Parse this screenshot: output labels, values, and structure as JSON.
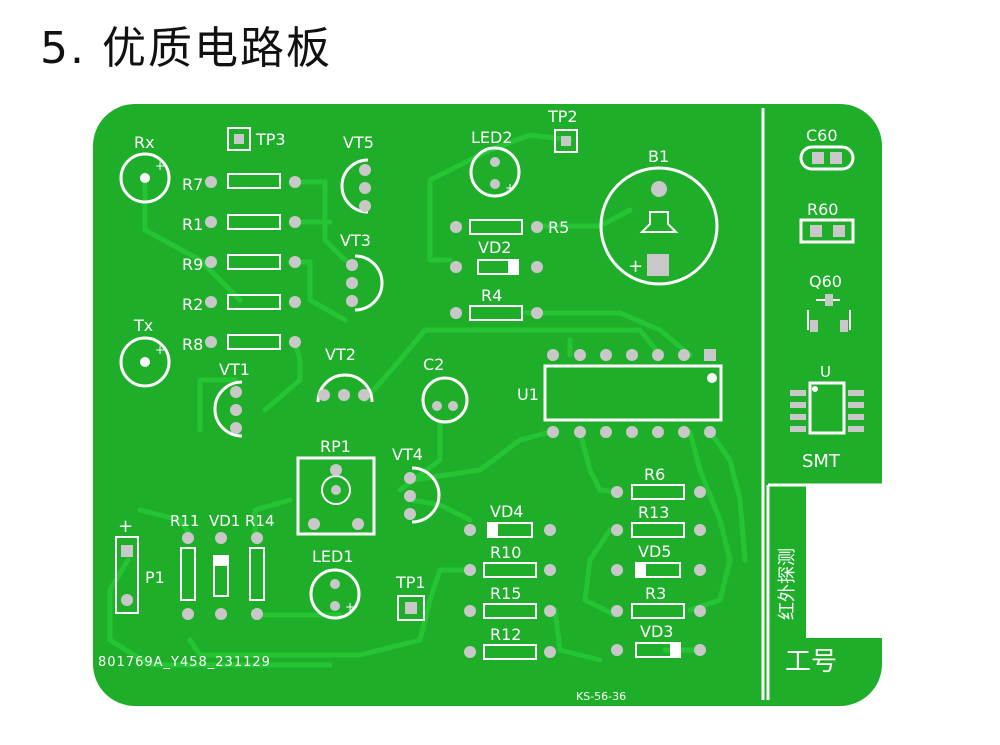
{
  "heading": "5. 优质电路板",
  "colors": {
    "board": "#1fae2a",
    "trace": "#22c031",
    "silk": "#ffffff",
    "pad": "#c8c8c8"
  },
  "labels": {
    "rx": "Rx",
    "tx": "Tx",
    "tp1": "TP1",
    "tp2": "TP2",
    "tp3": "TP3",
    "vt1": "VT1",
    "vt2": "VT2",
    "vt3": "VT3",
    "vt4": "VT4",
    "vt5": "VT5",
    "led1": "LED1",
    "led2": "LED2",
    "b1": "B1",
    "c2": "C2",
    "u1": "U1",
    "rp1": "RP1",
    "p1": "P1",
    "r1": "R1",
    "r2": "R2",
    "r3": "R3",
    "r4": "R4",
    "r5": "R5",
    "r6": "R6",
    "r7": "R7",
    "r8": "R8",
    "r9": "R9",
    "r10": "R10",
    "r11": "R11",
    "r12": "R12",
    "r13": "R13",
    "r14": "R14",
    "r15": "R15",
    "vd1": "VD1",
    "vd2": "VD2",
    "vd3": "VD3",
    "vd4": "VD4",
    "vd5": "VD5",
    "c60": "C60",
    "r60": "R60",
    "q60": "Q60",
    "u": "U",
    "smt": "SMT",
    "plus": "+",
    "serial": "801769A_Y458_231129",
    "code": "KS-56-36",
    "title_block_name": "红外探测",
    "title_block_id": "工号"
  }
}
